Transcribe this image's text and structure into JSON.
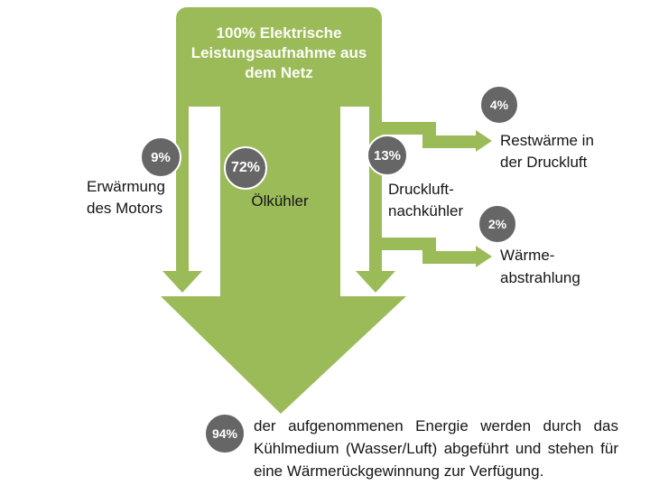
{
  "colors": {
    "flow_green": "#9bbb59",
    "badge_gray": "#666666",
    "badge_text": "#ffffff",
    "label_text": "#151515",
    "background": "#ffffff"
  },
  "source": {
    "line1": "100% Elektrische",
    "line2": "Leistungsaufnahme aus",
    "line3": "dem Netz"
  },
  "branches": {
    "motor": {
      "pct": "9%",
      "line1": "Erwärmung",
      "line2": "des Motors"
    },
    "oilcooler": {
      "pct": "72%",
      "label": "Ölkühler"
    },
    "aftercooler": {
      "pct": "13%",
      "line1": "Druckluft-",
      "line2": "nachkühler"
    },
    "residual_heat": {
      "pct": "4%",
      "line1": "Restwärme in",
      "line2": "der Druckluft"
    },
    "radiation": {
      "pct": "2%",
      "line1": "Wärme-",
      "line2": "abstrahlung"
    },
    "recovery": {
      "pct": "94%",
      "line1": "der  aufgenommenen  Energie  werden  durch  das",
      "line2": "Kühlmedium (Wasser/Luft) abgeführt und stehen für",
      "line3": "eine Wärmerückgewinnung zur Verfügung."
    }
  }
}
